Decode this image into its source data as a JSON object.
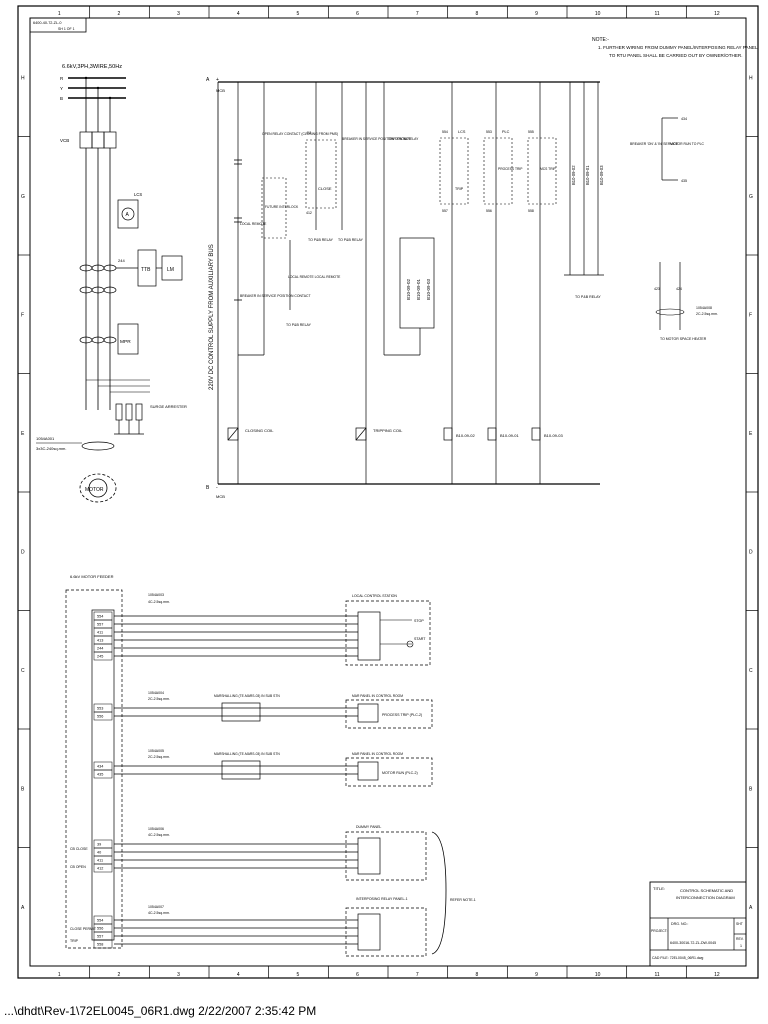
{
  "header": {
    "ref_line1": "6400-40-72-ZL-0",
    "ref_line2": "SH 1 OF 1"
  },
  "grid": {
    "columns": [
      "1",
      "2",
      "3",
      "4",
      "5",
      "6",
      "7",
      "8",
      "9",
      "10",
      "11",
      "12"
    ],
    "rows": [
      "H",
      "G",
      "F",
      "E",
      "D",
      "C",
      "B",
      "A"
    ]
  },
  "note": {
    "title": "NOTE:-",
    "line1": "1. FURTHER WIRING FROM DUMMY PANEL/INTERPOSING RELAY PANEL",
    "line2": "TO RTU PANEL SHALL BE CARRIED OUT BY OWNER/OTHER."
  },
  "power": {
    "supply": "6.6kV,3PH,3WIRE,50Hz",
    "phases": [
      "R",
      "Y",
      "B"
    ],
    "vcb": "VCB",
    "lcs": "LCS",
    "ttb": "TTB",
    "lm": "LM",
    "mpr": "MPR",
    "surge": "SURGE ARRESTER",
    "cable_id": "1054A001",
    "cable_spec": "3x3C-240sq.mm.",
    "motor": "MOTOR",
    "ct_label": "244"
  },
  "control": {
    "supply_text": "220V DC CONTROL SUPPLY FROM AUXILIARY BUS",
    "pos_bus": "+",
    "neg_bus": "-",
    "mcb": "MCB",
    "label_a": "A",
    "label_b": "B",
    "open_relay_text": "OPEN RELAY CONTACT (CLOSING FROM PMS)",
    "future_interlock": "FUTURE INTERLOCK",
    "local_remote": "LOCAL REMOTE",
    "breaker_service": "BREAKER IN SERVICE POSITION CONTACT",
    "local_remote_2": "LOCAL REMOTE LOCAL REMOTE",
    "close": "CLOSE",
    "trip_from_relay": "TRIP FROM RELAY",
    "to_pmb_relay": "TO P&B RELAY",
    "closing_coil": "CLOSING COIL",
    "tripping_coil": "TRIPPING COIL",
    "contact_lcs": "LCS",
    "contact_plc": "PLC",
    "process_trip": "PROCESS TRIP",
    "mcs_trip": "MCS TRIP",
    "trip_label": "TRIP",
    "relays": [
      "B10-09-02",
      "B10-09-01",
      "B10-09-03"
    ],
    "wire_nums": [
      "411",
      "412",
      "413",
      "554",
      "557",
      "553",
      "556",
      "555",
      "558"
    ],
    "breaker_on": "BREAKER 'ON' & 'IN' SERVICE",
    "motor_run_plc": "MOTOR RUN TO PLC",
    "tag_434": "434",
    "tag_435": "435",
    "space_heater": "TO MOTOR SPACE HEATER",
    "heater_cable": "1054A008",
    "heater_spec": "2C-2.5sq.mm.",
    "heater_nums": [
      "423",
      "424"
    ]
  },
  "interconnection": {
    "feeder": "6.6kV MOTOR FEEDER",
    "feeder_terminals": [
      "554",
      "557",
      "411",
      "413",
      "244",
      "245",
      "553",
      "556",
      "434",
      "435",
      "39",
      "40",
      "411",
      "412",
      "554",
      "556",
      "557",
      "558"
    ],
    "local_station": "LOCAL CONTROL STATION",
    "stop": "STOP",
    "start": "START",
    "marshalling": "MARSHALLING (TE-MARS-03) IN SUB STN",
    "mar_panel_1": "MAR PANEL IN CONTROL ROOM",
    "process_trip_plc": "PROCESS TRIP (PLC-2)",
    "motor_run_plc2": "MOTOR RUN (PLC-2)",
    "cable_ids": [
      "1054A003",
      "1054A004",
      "1054A005",
      "1054A006",
      "1054A007"
    ],
    "cable_spec_a": "4C-2.5sq.mm.",
    "cable_spec_b": "2C-2.5sq.mm.",
    "dummy_panel": "DUMMY PANEL",
    "interposing": "INTERPOSING RELAY PANEL-1",
    "refer_note": "REFER NOTE-1",
    "cb_close": "CB CLOSE",
    "cb_open": "CB OPEN",
    "close_permit": "CLOSE PERMIT",
    "trip": "TRIP"
  },
  "title_block": {
    "title_label": "TITLE:",
    "title_1": "CONTROL SCHEMATIC AND",
    "title_2": "INTERCONNECTION DIAGRAM",
    "project_label": "PROJECT:",
    "drg_label": "DRG. NO.:",
    "drg_no": "6400-30016-72-ZL-DW-0045",
    "sh_label": "SHT",
    "rev_label": "REV.",
    "rev": "1",
    "cad_line": "CAD FILE: 72EL0045_06R1.dwg"
  },
  "footer": "...\\dhdt\\Rev-1\\72EL0045_06R1.dwg  2/22/2007 2:35:42 PM"
}
